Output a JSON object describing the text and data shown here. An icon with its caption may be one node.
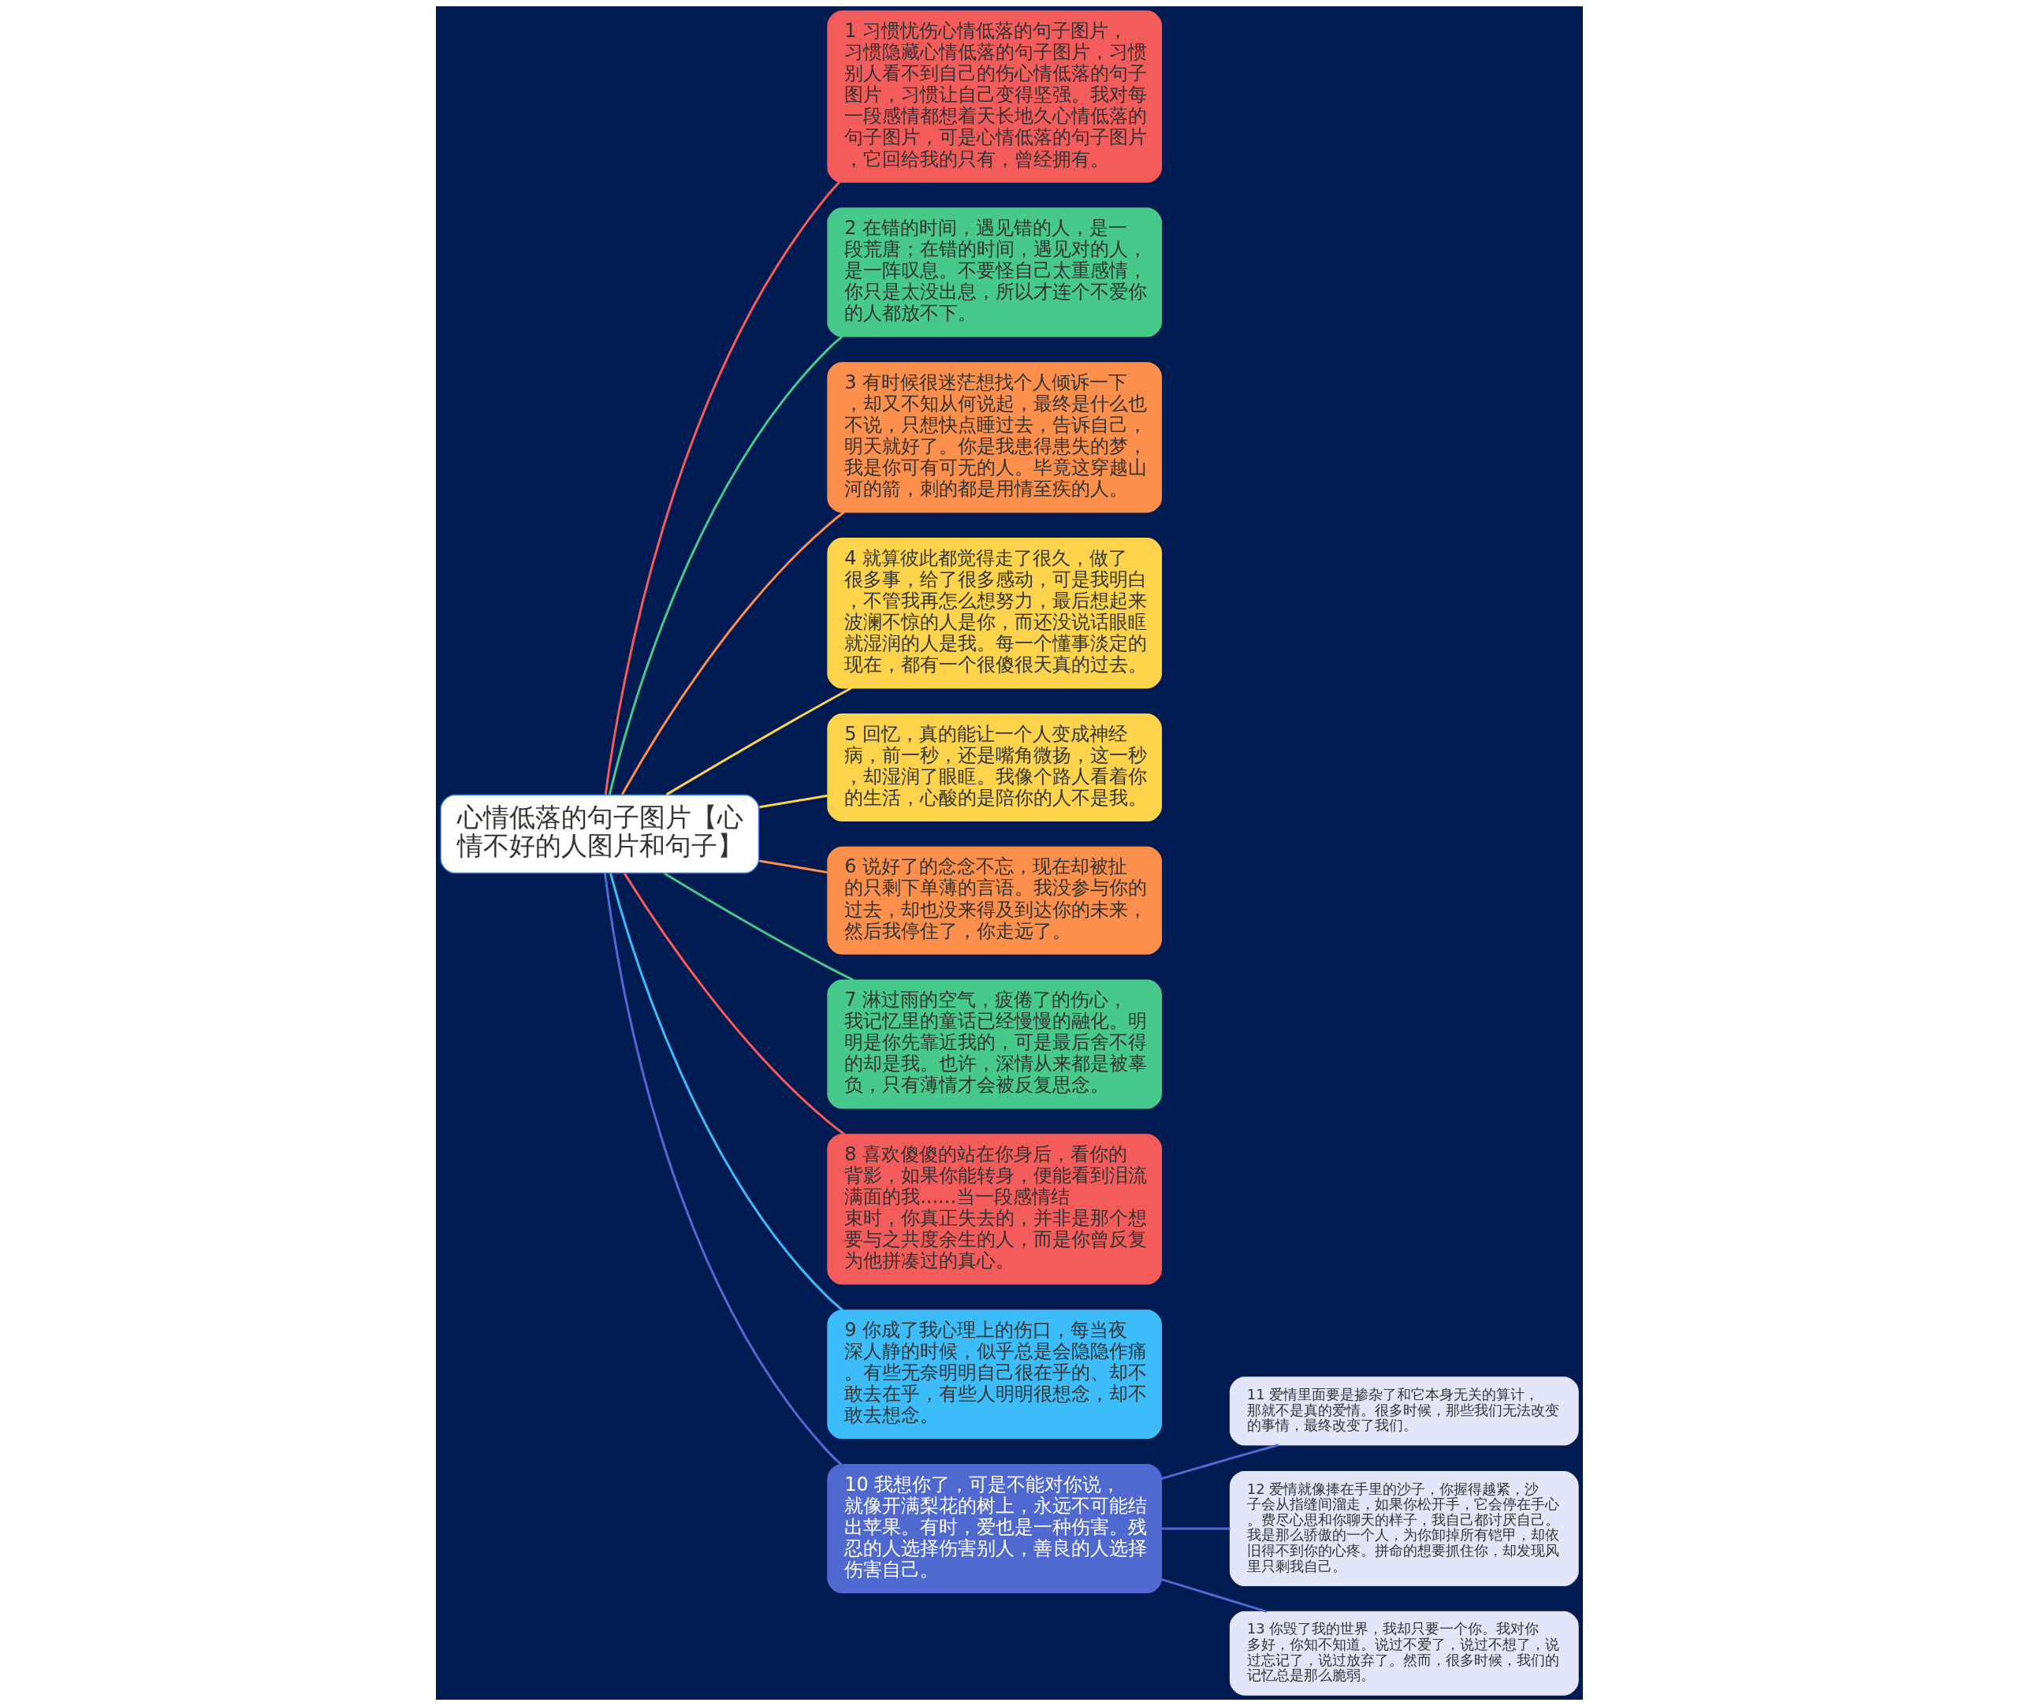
{
  "diagram": {
    "nodes": [
      {
        "text": [
          "心情低落的句子图片【心情不好的人图片和句子】"
        ]
      },
      {
        "text": [
          "1 习惯忧伤心情低落的句子图片，习惯隐藏心情低落的句子图片，习惯别人看不到自己的伤心情低落的句子图片，习惯让自己变得坚强。我对每一段感情都想着天长地久心情低落的句子图片，可是心情低落的句子图片，它回给我的只有，曾经拥有。"
        ]
      },
      {
        "text": [
          "2 在错的时间，遇见错的人，是一段荒唐；在错的时间，遇见对的人，是一阵叹息。不要怪自己太重感情，你只是太没出息，所以才连个不爱你的人都放不下。"
        ]
      },
      {
        "text": [
          "3 有时候很迷茫想找个人倾诉一下，却又不知从何说起，最终是什么也不说，只想快点睡过去，告诉自己，明天就好了。你是我患得患失的梦，我是你可有可无的人。毕竟这穿越山河的箭，刺的都是用情至疾的人。"
        ]
      },
      {
        "text": [
          "4 就算彼此都觉得走了很久，做了很多事，给了很多感动，可是我明白，不管我再怎么想努力，最后想起来波澜不惊的人是你，而还没说话眼眶就湿润的人是我。每一个懂事淡定的现在，都有一个很傻很天真的过去。"
        ]
      },
      {
        "text": [
          "5 回忆，真的能让一个人变成神经病，前一秒，还是嘴角微扬，这一秒，却湿润了眼眶。我像个路人看着你的生活，心酸的是陪你的人不是我。"
        ]
      },
      {
        "text": [
          "6 说好了的念念不忘，现在却被扯的只剩下单薄的言语。我没参与你的过去，却也没来得及到达你的未来，然后我停住了，你走远了。"
        ]
      },
      {
        "text": [
          "7 淋过雨的空气，疲倦了的伤心，我记忆里的童话已经慢慢的融化。明明是你先靠近我的，可是最后舍不得的却是我。也许，深情从来都是被辜负，只有薄情才会被反复思念。"
        ]
      },
      {
        "text": [
          "8 喜欢傻傻的站在你身后，看你的背影，如果你能转身，便能看到泪流满面的我......当一段感情结束时，你真正失去的，并非是那个想要与之共度余生的人，而是你曾反复为他拼凑过的真心。"
        ]
      },
      {
        "text": [
          "9 你成了我心理上的伤口，每当夜深人静的时候，似乎总是会隐隐作痛。有些无奈明明自己很在乎的、却不敢去在乎，有些人明明很想念，却不敢去想念。"
        ]
      },
      {
        "text": [
          "10 我想你了，可是不能对你说，就像开满梨花的树上，永远不可能结出苹果。有时，爱也是一种伤害。残忍的人选择伤害别人，善良的人选择伤害自己。"
        ]
      },
      {
        "text": [
          "11 爱情里面要是掺杂了和它本身无关的算计，那就不是真的爱情。很多时候，那些我们无法改变的事情，最终改变了我们。"
        ]
      },
      {
        "text": [
          "12 爱情就像捧在手里的沙子，你握得越紧，沙子会从指缝间溜走，如果你松开手，它会停在手心。费尽心思和你聊天的样子，我自己都讨厌自己。我是那么骄傲的一个人，为你卸掉所有铠甲，却依旧得不到你的心疼。拼命的想要抓住你，却发现风里只剩我自己。"
        ]
      },
      {
        "text": [
          "13 你毁了我的世界，我却只要一个你。我对你多好，你知不知道。说过不爱了，说过不想了，说过忘记了，说过放弃了。然而，很多时候，我们的记忆总是那么脆弱。"
        ]
      }
    ],
    "edges": [
      {
        "from": 0,
        "to": 1,
        "arrow": "none",
        "color": "#f45b5b"
      },
      {
        "from": 0,
        "to": 2,
        "arrow": "none",
        "color": "#46c98a"
      },
      {
        "from": 0,
        "to": 3,
        "arrow": "none",
        "color": "#fb8f4b"
      },
      {
        "from": 0,
        "to": 4,
        "arrow": "none",
        "color": "#fcd34b"
      },
      {
        "from": 0,
        "to": 5,
        "arrow": "none",
        "color": "#fcd34b"
      },
      {
        "from": 0,
        "to": 6,
        "arrow": "none",
        "color": "#fb8f4b"
      },
      {
        "from": 0,
        "to": 7,
        "arrow": "none",
        "color": "#46c98a"
      },
      {
        "from": 0,
        "to": 8,
        "arrow": "none",
        "color": "#f45b5b"
      },
      {
        "from": 0,
        "to": 9,
        "arrow": "none",
        "color": "#3cbcf8"
      },
      {
        "from": 0,
        "to": 10,
        "arrow": "none",
        "color": "#5069d1"
      },
      {
        "from": 10,
        "to": 11,
        "arrow": "none",
        "color": "#5069d1"
      },
      {
        "from": 10,
        "to": 12,
        "arrow": "none",
        "color": "#5069d1"
      },
      {
        "from": 10,
        "to": 13,
        "arrow": "none",
        "color": "#5069d1"
      }
    ]
  }
}
